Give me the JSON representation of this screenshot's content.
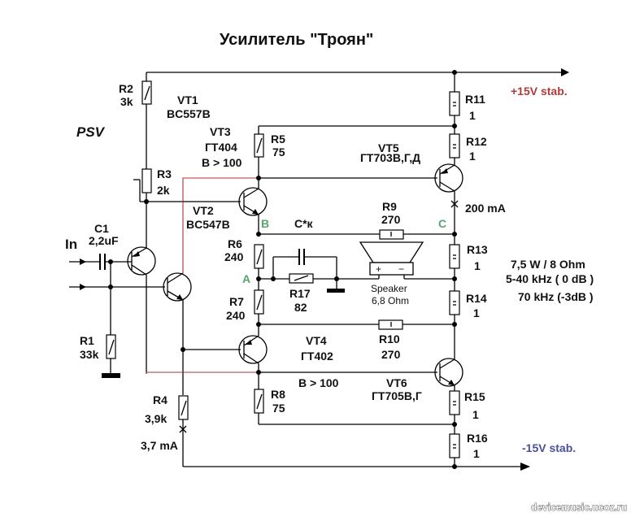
{
  "title": "Усилитель \"Троян\"",
  "author_tag": "PSV",
  "input_label": "In",
  "rails": {
    "positive": {
      "label": "+15V stab.",
      "color": "#b03a3a"
    },
    "negative": {
      "label": "-15V stab.",
      "color": "#4a4f9a"
    }
  },
  "nodes": {
    "A": "A",
    "B": "B",
    "C": "C",
    "color": "#5aa46e"
  },
  "capacitor_note": "C*к",
  "resistors": [
    {
      "ref": "R1",
      "value": "33k"
    },
    {
      "ref": "R2",
      "value": "3k"
    },
    {
      "ref": "R3",
      "value": "2k"
    },
    {
      "ref": "R4",
      "value": "3,9k"
    },
    {
      "ref": "R5",
      "value": "75"
    },
    {
      "ref": "R6",
      "value": "240"
    },
    {
      "ref": "R7",
      "value": "240"
    },
    {
      "ref": "R8",
      "value": "75"
    },
    {
      "ref": "R9",
      "value": "270"
    },
    {
      "ref": "R10",
      "value": "270"
    },
    {
      "ref": "R11",
      "value": "1"
    },
    {
      "ref": "R12",
      "value": "1"
    },
    {
      "ref": "R13",
      "value": "1"
    },
    {
      "ref": "R14",
      "value": "1"
    },
    {
      "ref": "R15",
      "value": "1"
    },
    {
      "ref": "R16",
      "value": "1"
    },
    {
      "ref": "R17",
      "value": "82"
    }
  ],
  "capacitors": [
    {
      "ref": "C1",
      "value": "2,2uF"
    }
  ],
  "transistors": [
    {
      "ref": "VT1",
      "type": "BC557B"
    },
    {
      "ref": "VT2",
      "type": "BC547B"
    },
    {
      "ref": "VT3",
      "type": "ГТ404",
      "gain": "B > 100"
    },
    {
      "ref": "VT4",
      "type": "ГТ402",
      "gain": "B > 100"
    },
    {
      "ref": "VT5",
      "type": "ГТ703В,Г,Д"
    },
    {
      "ref": "VT6",
      "type": "ГТ705В,Г"
    }
  ],
  "currents": {
    "output_stage": "200 mA",
    "input_stage": "3,7 mA"
  },
  "speaker": {
    "label": "Speaker",
    "impedance": "6,8 Ohm",
    "plus": "+",
    "minus": "−"
  },
  "specs": [
    "7,5 W / 8 Ohm",
    "5-40 kHz ( 0 dB )",
    "70 kHz (-3dB )"
  ],
  "watermark": "devicemusic.ucoz.ru"
}
